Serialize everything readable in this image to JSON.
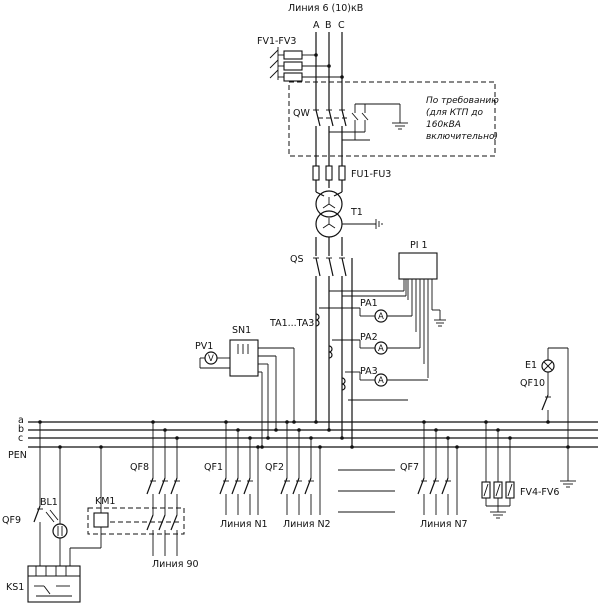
{
  "title": "Линия 6 (10)кВ",
  "phases": [
    "A",
    "B",
    "C"
  ],
  "fuses_top": "FV1-FV3",
  "switch_qw": "QW",
  "note_lines": [
    "По требованию",
    "(для КТП до",
    "160кВА",
    "включительно)"
  ],
  "fuses_fu": "FU1-FU3",
  "transformer": "T1",
  "switch_qs": "QS",
  "meter_pi": "PI 1",
  "ammeters": [
    {
      "label": "PA1",
      "symbol": "A"
    },
    {
      "label": "PA2",
      "symbol": "A"
    },
    {
      "label": "PA3",
      "symbol": "A"
    }
  ],
  "current_transformers": "TA1...TA3",
  "voltmeter_label": "PV1",
  "voltmeter_symbol": "V",
  "switch_sn": "SN1",
  "lamp": "E1",
  "breaker_qf10": "QF10",
  "buses": [
    "a",
    "b",
    "c",
    "PEN"
  ],
  "feeders": [
    {
      "breaker": "QF1",
      "line": "Линия N1"
    },
    {
      "breaker": "QF2",
      "line": "Линия N2"
    },
    {
      "breaker": "QF7",
      "line": "Линия N7"
    }
  ],
  "breaker_qf8": "QF8",
  "line_90": "Линия 90",
  "surge_arresters": "FV4-FV6",
  "breaker_qf9": "QF9",
  "photo_relay": "BL1",
  "contactor": "KM1",
  "block_ks": "KS1"
}
